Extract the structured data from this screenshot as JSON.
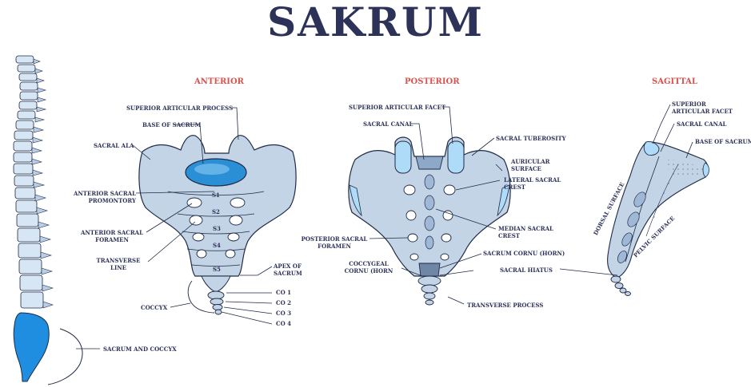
{
  "title": "SAKRUM",
  "views": {
    "anterior": "ANTERIOR",
    "posterior": "POSTERIOR",
    "sagittal": "SAGITTAL"
  },
  "labels": {
    "superior_articular_process": "SUPERIOR ARTICULAR PROCESS",
    "base_of_sacrum": "BASE OF SACRUM",
    "sacral_ala": "SACRAL ALA",
    "anterior_sacral_promontory": "ANTERIOR SACRAL\nPROMONTORY",
    "anterior_sacral_foramen": "ANTERIOR SACRAL\nFORAMEN",
    "transverse_line": "TRANSVERSE\nLINE",
    "apex_of_sacrum": "APEX OF\nSACRUM",
    "coccyx": "COCCYX",
    "co1": "CO 1",
    "co2": "CO 2",
    "co3": "CO 3",
    "co4": "CO 4",
    "s1": "S1",
    "s2": "S2",
    "s3": "S3",
    "s4": "S4",
    "s5": "S5",
    "superior_articular_facet": "SUPERIOR ARTICULAR FACET",
    "sacral_canal": "SACRAL CANAL",
    "sacral_tuberosity": "SACRAL TUBEROSITY",
    "auricular_surface": "AURICULAR\nSURFACE",
    "lateral_sacral_crest": "LATERAL SACRAL\nCREST",
    "median_sacral_crest": "MEDIAN SACRAL\nCREST",
    "posterior_sacral_foramen": "POSTERIOR SACRAL\nFORAMEN",
    "sacrum_cornu": "SACRUM CORNU (HORN)",
    "coccygeal_cornu": "COCCYGEAL\nCORNU (HORN",
    "sacral_hiatus": "SACRAL HIATUS",
    "transverse_process": "TRANSVERSE PROCESS",
    "sag_superior_articular_facet": "SUPERIOR\nARTICULAR FACET",
    "sag_sacral_canal": "SACRAL CANAL",
    "sag_base_of_sacrum": "BASE OF SACRUM",
    "dorsal_surface": "DORSAL SURFACE",
    "pelvic_surface": "PELVIC SURFACE",
    "sacrum_and_coccyx": "SACRUM AND COCCYX"
  },
  "colors": {
    "title": "#2d3258",
    "view_heading": "#d9534f",
    "bone": "#c3d4e7",
    "bone_dark": "#8ea8c8",
    "highlight": "#2b8fd6",
    "outline": "#1f2a44"
  }
}
